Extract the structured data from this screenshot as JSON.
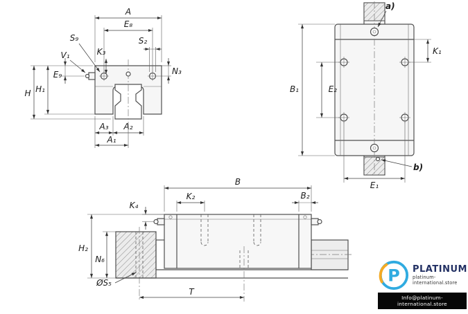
{
  "palette": {
    "line": "#4f4f4f",
    "dim_line": "#3f3f3f",
    "fill_light": "#f6f6f6",
    "hatch_bg": "#ececec",
    "wm_blue": "#2aa9e0",
    "wm_orange": "#f6a81c",
    "wm_navy": "#1b2a5e",
    "wm_bar_bg": "#000000"
  },
  "front_view": {
    "labels": {
      "A": "A",
      "E8": "E₈",
      "S9": "S₉",
      "K3": "K₃",
      "S2": "S₂",
      "V1": "V₁",
      "E9": "E₉",
      "N3": "N₃",
      "H1": "H₁",
      "H": "H",
      "A3": "A₃",
      "A2": "A₂",
      "A1": "A₁"
    }
  },
  "top_view": {
    "labels": {
      "a": "a)",
      "b": "b)",
      "K1": "K₁",
      "B1": "B₁",
      "E2": "E₂",
      "E1": "E₁"
    }
  },
  "side_view": {
    "labels": {
      "B": "B",
      "K2": "K₂",
      "B2": "B₂",
      "K4": "K₄",
      "H2": "H₂",
      "N6": "N₆",
      "S5": "ØS₅",
      "T": "T"
    }
  },
  "watermark": {
    "brand": "PLATINUM",
    "store": "platinum-international.store",
    "email": "Info@platinum-international.store",
    "logo_letter": "P"
  }
}
